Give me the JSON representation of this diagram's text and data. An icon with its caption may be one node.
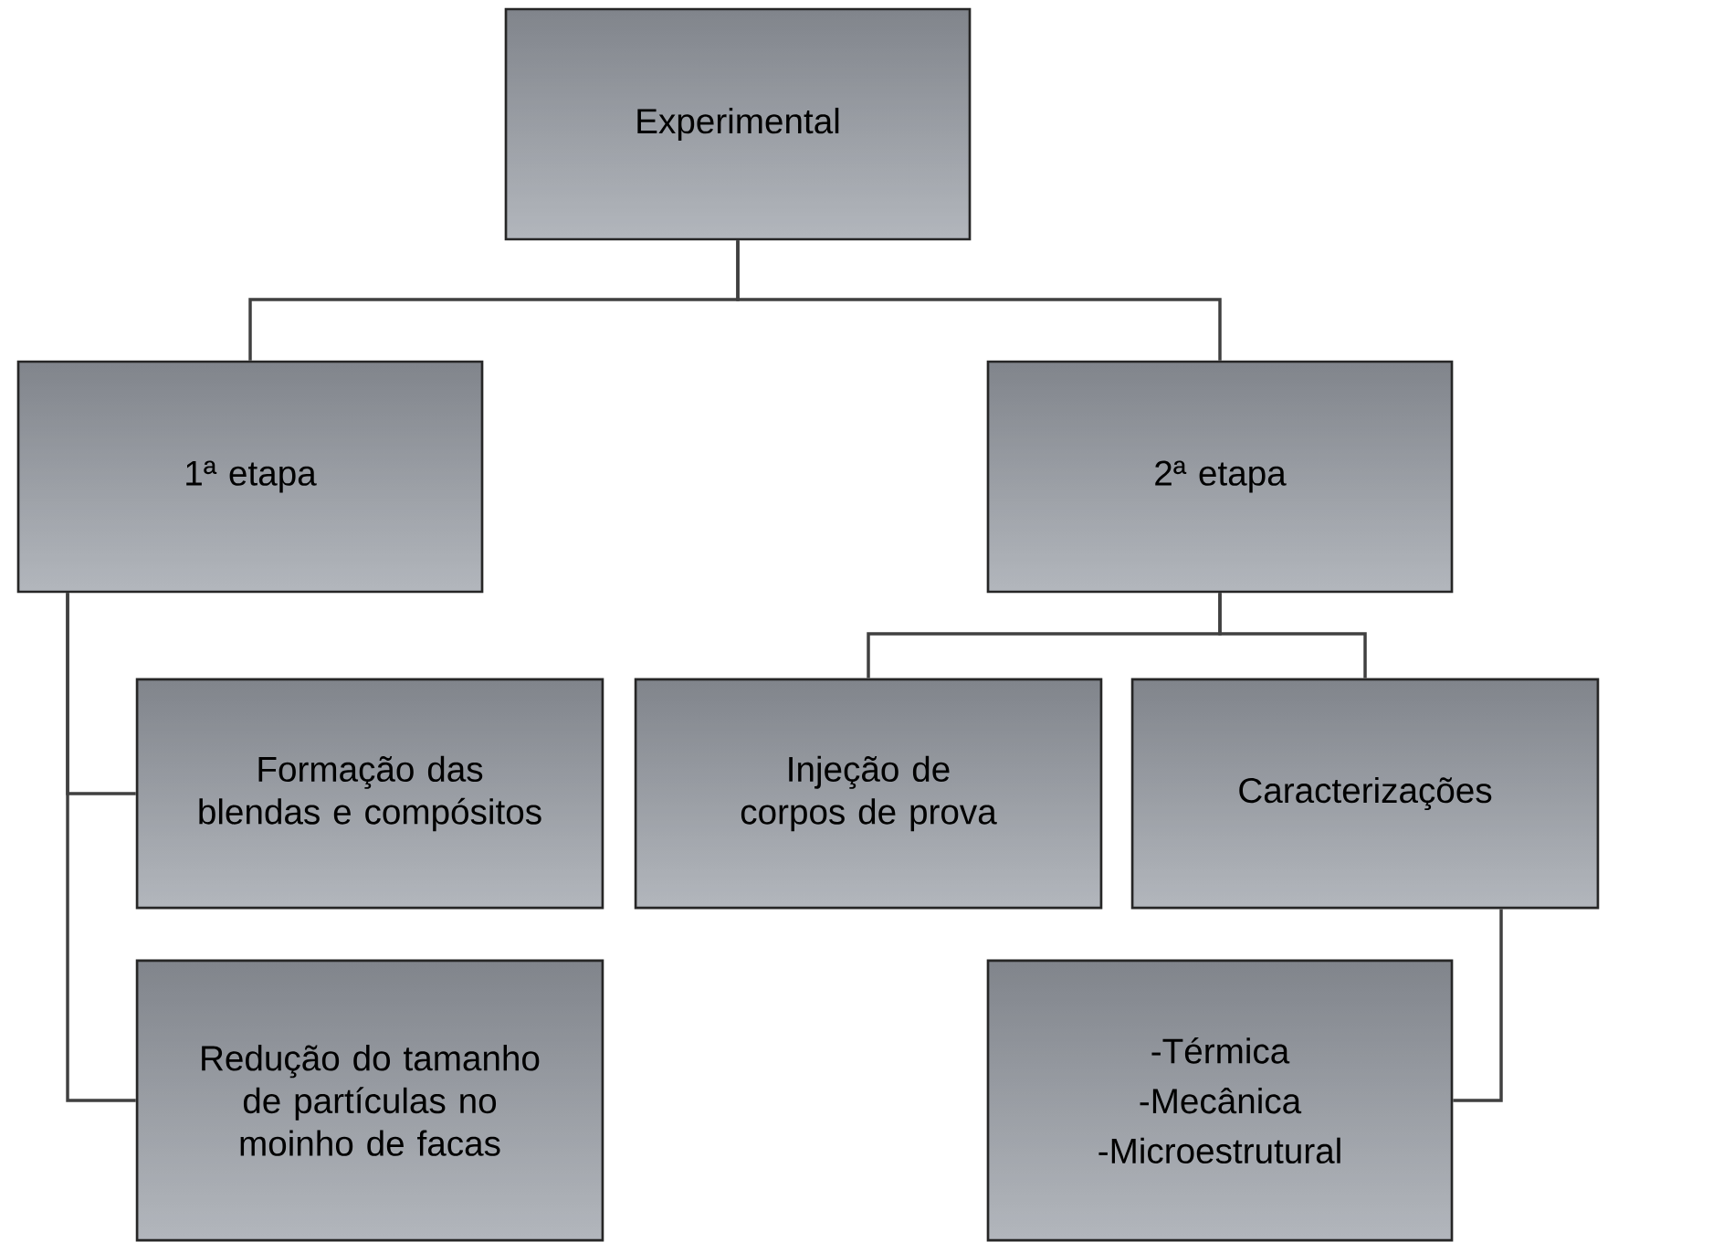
{
  "diagram": {
    "nodes": [
      {
        "text": [
          "Experimental"
        ]
      },
      {
        "text": [
          "1ª etapa"
        ]
      },
      {
        "text": [
          "2ª etapa"
        ]
      },
      {
        "text": [
          "Formação das blendas e compósitos"
        ]
      },
      {
        "text": [
          "Redução do tamanho de partículas no moinho de facas"
        ]
      },
      {
        "text": [
          "Injeção de corpos de prova"
        ]
      },
      {
        "text": [
          "Caracterizações"
        ]
      },
      {
        "text": [
          "-Térmica",
          "-Mecânica",
          "-Microestrutural"
        ]
      }
    ],
    "edges": [
      {
        "from": 0,
        "to": 1,
        "arrow": "none"
      },
      {
        "from": 0,
        "to": 2,
        "arrow": "none"
      },
      {
        "from": 1,
        "to": 3,
        "arrow": "none"
      },
      {
        "from": 1,
        "to": 4,
        "arrow": "none"
      },
      {
        "from": 2,
        "to": 5,
        "arrow": "none"
      },
      {
        "from": 2,
        "to": 6,
        "arrow": "none"
      },
      {
        "from": 6,
        "to": 7,
        "arrow": "none"
      }
    ]
  }
}
